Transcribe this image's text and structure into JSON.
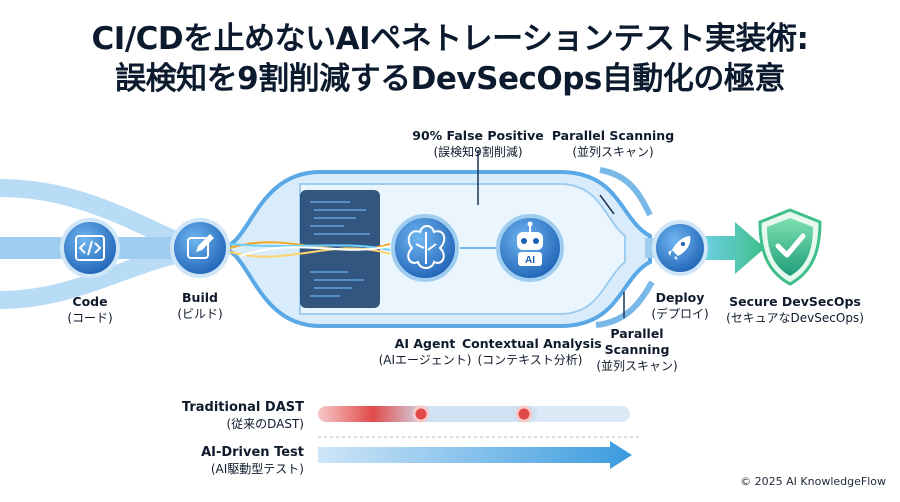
{
  "title": {
    "line1": "CI/CDを止めないAIペネトレーションテスト実装術:",
    "line2": "誤検知を9割削減するDevSecOps自動化の極意"
  },
  "stages": {
    "code": {
      "en": "Code",
      "ja": "(コード)",
      "icon": "code-icon"
    },
    "build": {
      "en": "Build",
      "ja": "(ビルド)",
      "icon": "edit-icon"
    },
    "ai_agent": {
      "en": "AI Agent",
      "ja": "(AIエージェント)",
      "icon": "brain-icon"
    },
    "contextual": {
      "en": "Contextual Analysis",
      "ja": "(コンテキスト分析)",
      "icon": "robot-icon",
      "badge": "AI"
    },
    "deploy": {
      "en": "Deploy",
      "ja": "(デプロイ)",
      "icon": "rocket-icon"
    },
    "secure": {
      "en": "Secure DevSecOps",
      "ja": "(セキュアなDevSecOps)",
      "icon": "shield-check-icon"
    }
  },
  "annotations": {
    "false_positive": {
      "en": "90% False Positive",
      "ja": "(誤検知9割削減)"
    },
    "parallel_top": {
      "en": "Parallel Scanning",
      "ja": "(並列スキャン)"
    },
    "parallel_bottom": {
      "line1": "Parallel",
      "line2": "Scanning",
      "ja": "(並列スキャン)"
    }
  },
  "timeline": {
    "traditional": {
      "en": "Traditional DAST",
      "ja": "(従来のDAST)"
    },
    "ai_driven": {
      "en": "AI-Driven Test",
      "ja": "(AI駆動型テスト)"
    }
  },
  "colors": {
    "pipe_blue": "#4a9ee0",
    "pipe_light": "#cfe6f8",
    "accent_green": "#3fbf8a",
    "alert_red": "#e04a4a"
  },
  "copyright": "© 2025 AI KnowledgeFlow"
}
